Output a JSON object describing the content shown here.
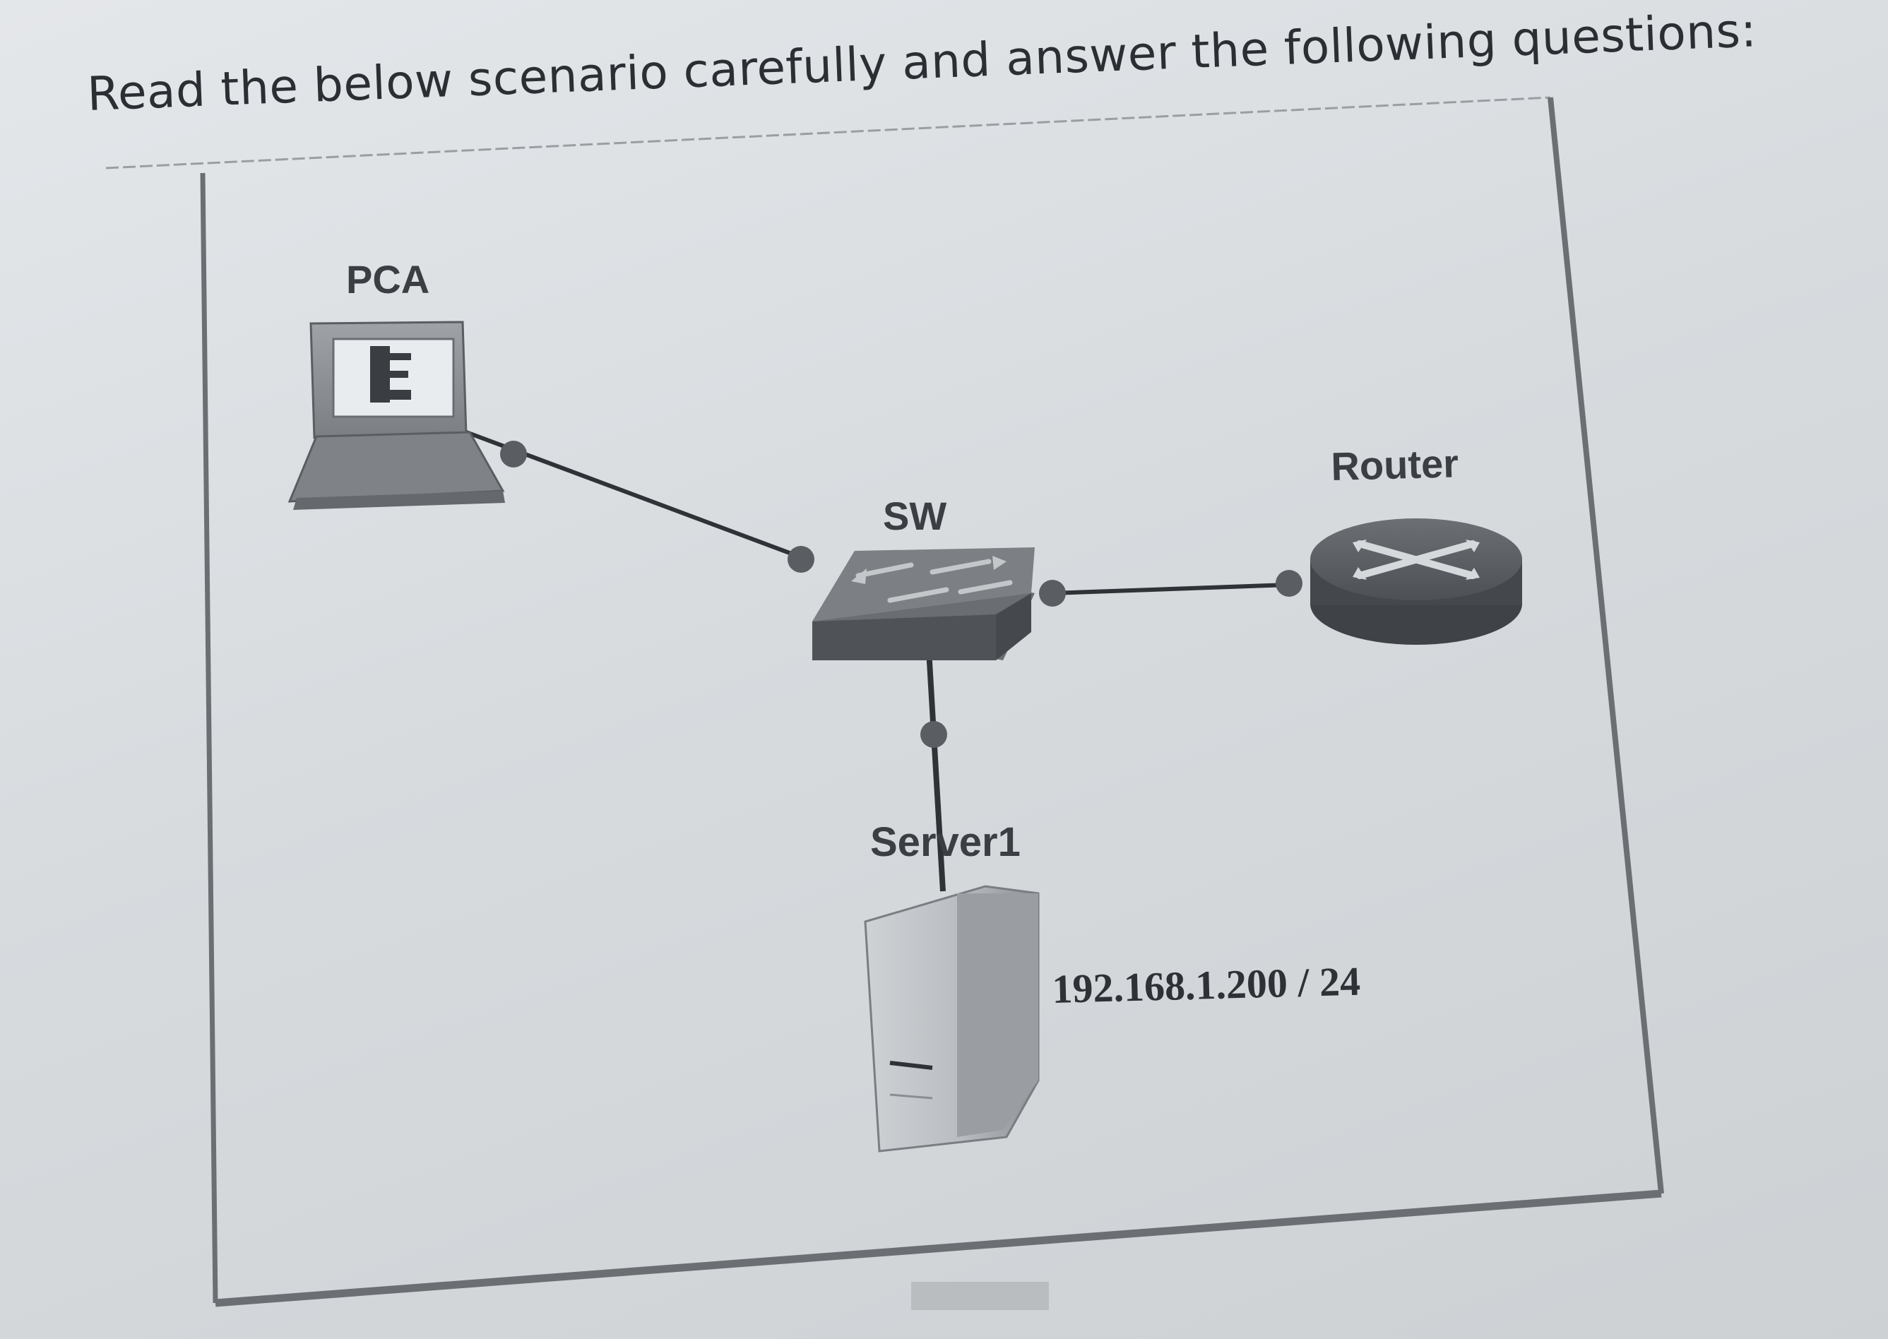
{
  "instruction": "Read the below scenario carefully and answer the following questions:",
  "diagram": {
    "nodes": {
      "pca": {
        "label": "PCA",
        "icon": "desktop-computer-icon"
      },
      "sw": {
        "label": "SW",
        "icon": "network-switch-icon"
      },
      "router": {
        "label": "Router",
        "icon": "router-icon"
      },
      "server": {
        "label": "Server1",
        "icon": "server-tower-icon",
        "ip": "192.168.1.200 / 24"
      }
    },
    "links": [
      {
        "from": "PCA",
        "to": "SW"
      },
      {
        "from": "SW",
        "to": "Router"
      },
      {
        "from": "SW",
        "to": "Server1"
      }
    ]
  },
  "colors": {
    "device": "#5a5e63",
    "device_dark": "#3f4348",
    "link": "#2f3236",
    "frame": "#6b6f74",
    "paper": "#e6e9ec"
  }
}
